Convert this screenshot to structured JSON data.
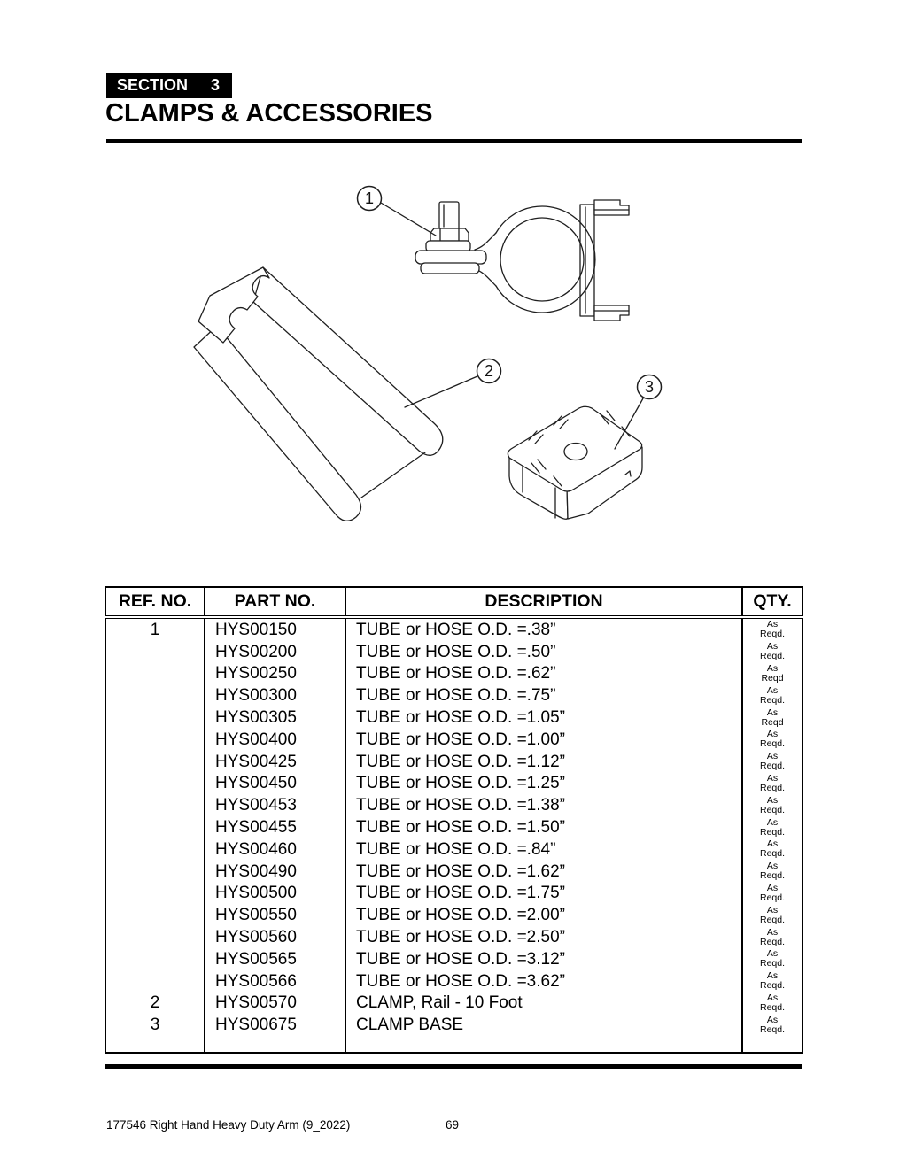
{
  "colors": {
    "ink": "#000000",
    "paper": "#ffffff"
  },
  "header": {
    "section_label": "SECTION",
    "section_number": "3",
    "title": "CLAMPS & ACCESSORIES"
  },
  "figure": {
    "description": "Exploded line-art of rail clamp parts",
    "callouts": [
      {
        "label": "1",
        "part": "clamp"
      },
      {
        "label": "2",
        "part": "rail"
      },
      {
        "label": "3",
        "part": "clamp-base"
      }
    ]
  },
  "table": {
    "headers": [
      "REF. NO.",
      "PART NO.",
      "DESCRIPTION",
      "QTY."
    ],
    "rows": [
      {
        "ref": "1",
        "part": "HYS00150",
        "desc": "TUBE or HOSE O.D. =.38”",
        "qty1": "As",
        "qty2": "Reqd."
      },
      {
        "ref": "",
        "part": "HYS00200",
        "desc": "TUBE or HOSE O.D. =.50”",
        "qty1": "As",
        "qty2": "Reqd."
      },
      {
        "ref": "",
        "part": "HYS00250",
        "desc": "TUBE or HOSE O.D. =.62”",
        "qty1": "As",
        "qty2": "Reqd"
      },
      {
        "ref": "",
        "part": "HYS00300",
        "desc": "TUBE or HOSE O.D. =.75”",
        "qty1": "As",
        "qty2": "Reqd."
      },
      {
        "ref": "",
        "part": "HYS00305",
        "desc": "TUBE or HOSE O.D. =1.05”",
        "qty1": "As",
        "qty2": "Reqd"
      },
      {
        "ref": "",
        "part": "HYS00400",
        "desc": "TUBE or HOSE O.D. =1.00”",
        "qty1": "As",
        "qty2": "Reqd."
      },
      {
        "ref": "",
        "part": "HYS00425",
        "desc": "TUBE or HOSE O.D. =1.12”",
        "qty1": "As",
        "qty2": "Reqd."
      },
      {
        "ref": "",
        "part": "HYS00450",
        "desc": "TUBE or HOSE O.D. =1.25”",
        "qty1": "As",
        "qty2": "Reqd."
      },
      {
        "ref": "",
        "part": "HYS00453",
        "desc": "TUBE or HOSE O.D. =1.38”",
        "qty1": "As",
        "qty2": "Reqd."
      },
      {
        "ref": "",
        "part": "HYS00455",
        "desc": "TUBE or HOSE O.D. =1.50”",
        "qty1": "As",
        "qty2": "Reqd."
      },
      {
        "ref": "",
        "part": "HYS00460",
        "desc": "TUBE or HOSE O.D. =.84”",
        "qty1": "As",
        "qty2": "Reqd."
      },
      {
        "ref": "",
        "part": "HYS00490",
        "desc": "TUBE or HOSE O.D. =1.62”",
        "qty1": "As",
        "qty2": "Reqd."
      },
      {
        "ref": "",
        "part": "HYS00500",
        "desc": "TUBE or HOSE O.D. =1.75”",
        "qty1": "As",
        "qty2": "Reqd."
      },
      {
        "ref": "",
        "part": "HYS00550",
        "desc": "TUBE or HOSE O.D. =2.00”",
        "qty1": "As",
        "qty2": "Reqd."
      },
      {
        "ref": "",
        "part": "HYS00560",
        "desc": "TUBE or HOSE O.D. =2.50”",
        "qty1": "As",
        "qty2": "Reqd."
      },
      {
        "ref": "",
        "part": "HYS00565",
        "desc": "TUBE or HOSE O.D. =3.12”",
        "qty1": "As",
        "qty2": "Reqd."
      },
      {
        "ref": "",
        "part": "HYS00566",
        "desc": "TUBE or HOSE O.D. =3.62”",
        "qty1": "As",
        "qty2": "Reqd."
      },
      {
        "ref": "2",
        "part": "HYS00570",
        "desc": "CLAMP, Rail - 10 Foot",
        "qty1": "As",
        "qty2": "Reqd."
      },
      {
        "ref": "3",
        "part": "HYS00675",
        "desc": "CLAMP BASE",
        "qty1": "As",
        "qty2": "Reqd."
      }
    ]
  },
  "footer": {
    "doc_ref": "177546 Right Hand Heavy Duty Arm (9_2022)",
    "page_number": "69"
  }
}
